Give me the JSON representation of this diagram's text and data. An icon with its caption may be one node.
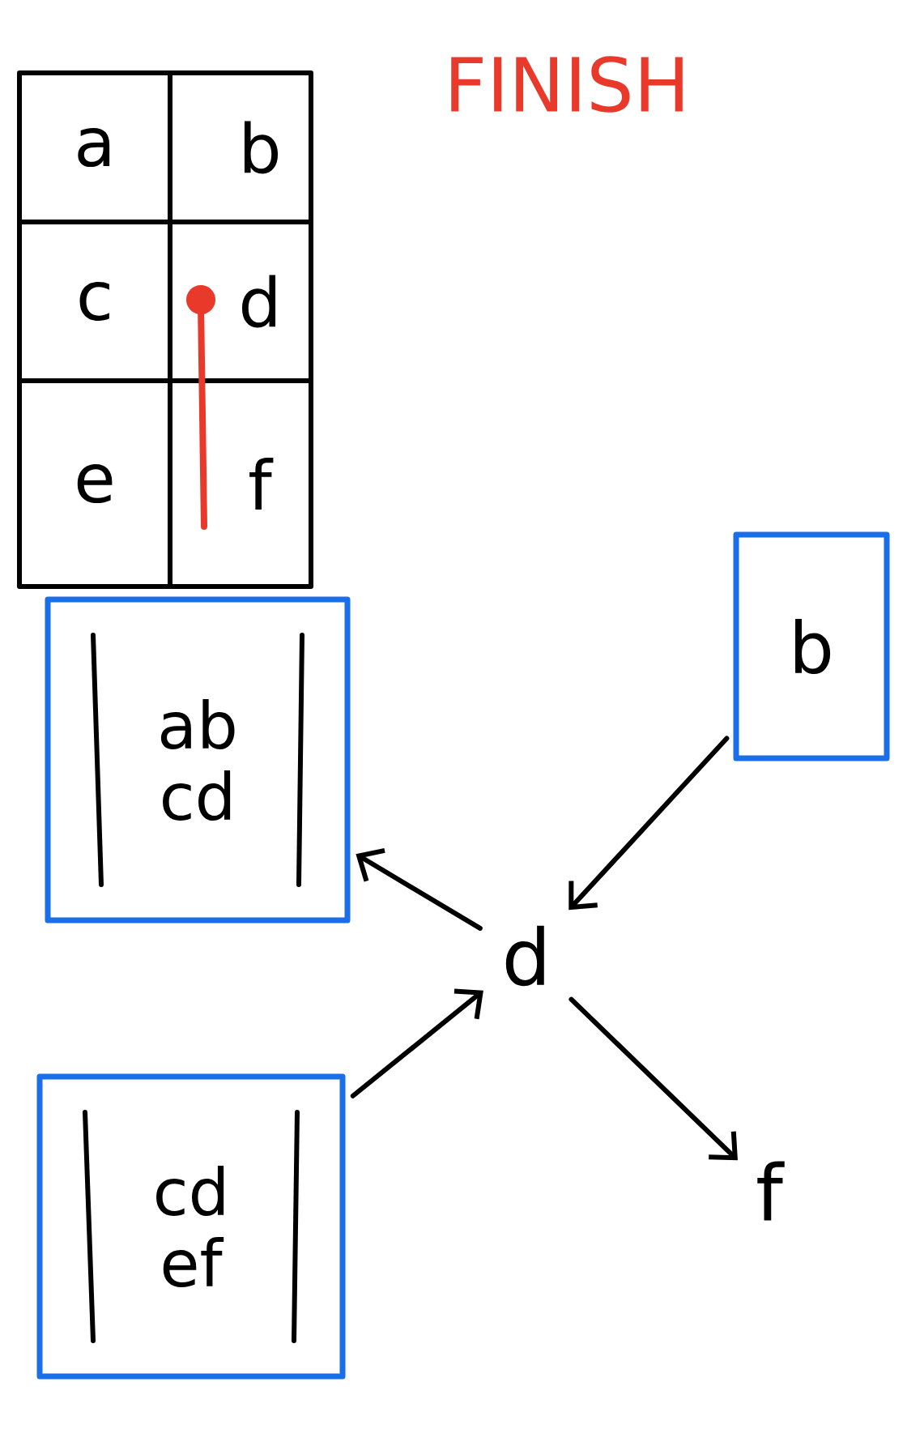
{
  "diagram": {
    "title": "FINISH",
    "nodes": [
      {
        "text": [
          "ab cd"
        ]
      },
      {
        "text": [
          "b"
        ]
      },
      {
        "text": [
          "d"
        ]
      },
      {
        "text": [
          "cd ef"
        ]
      },
      {
        "text": [
          "f"
        ]
      }
    ],
    "edges": [
      {
        "from": 2,
        "to": 0,
        "arrow": "to"
      },
      {
        "from": 1,
        "to": 2,
        "arrow": "to"
      },
      {
        "from": 3,
        "to": 2,
        "arrow": "to"
      },
      {
        "from": 2,
        "to": 4,
        "arrow": "to"
      }
    ],
    "labels": [
      "a",
      "b",
      "c",
      "d",
      "e",
      "f"
    ]
  }
}
